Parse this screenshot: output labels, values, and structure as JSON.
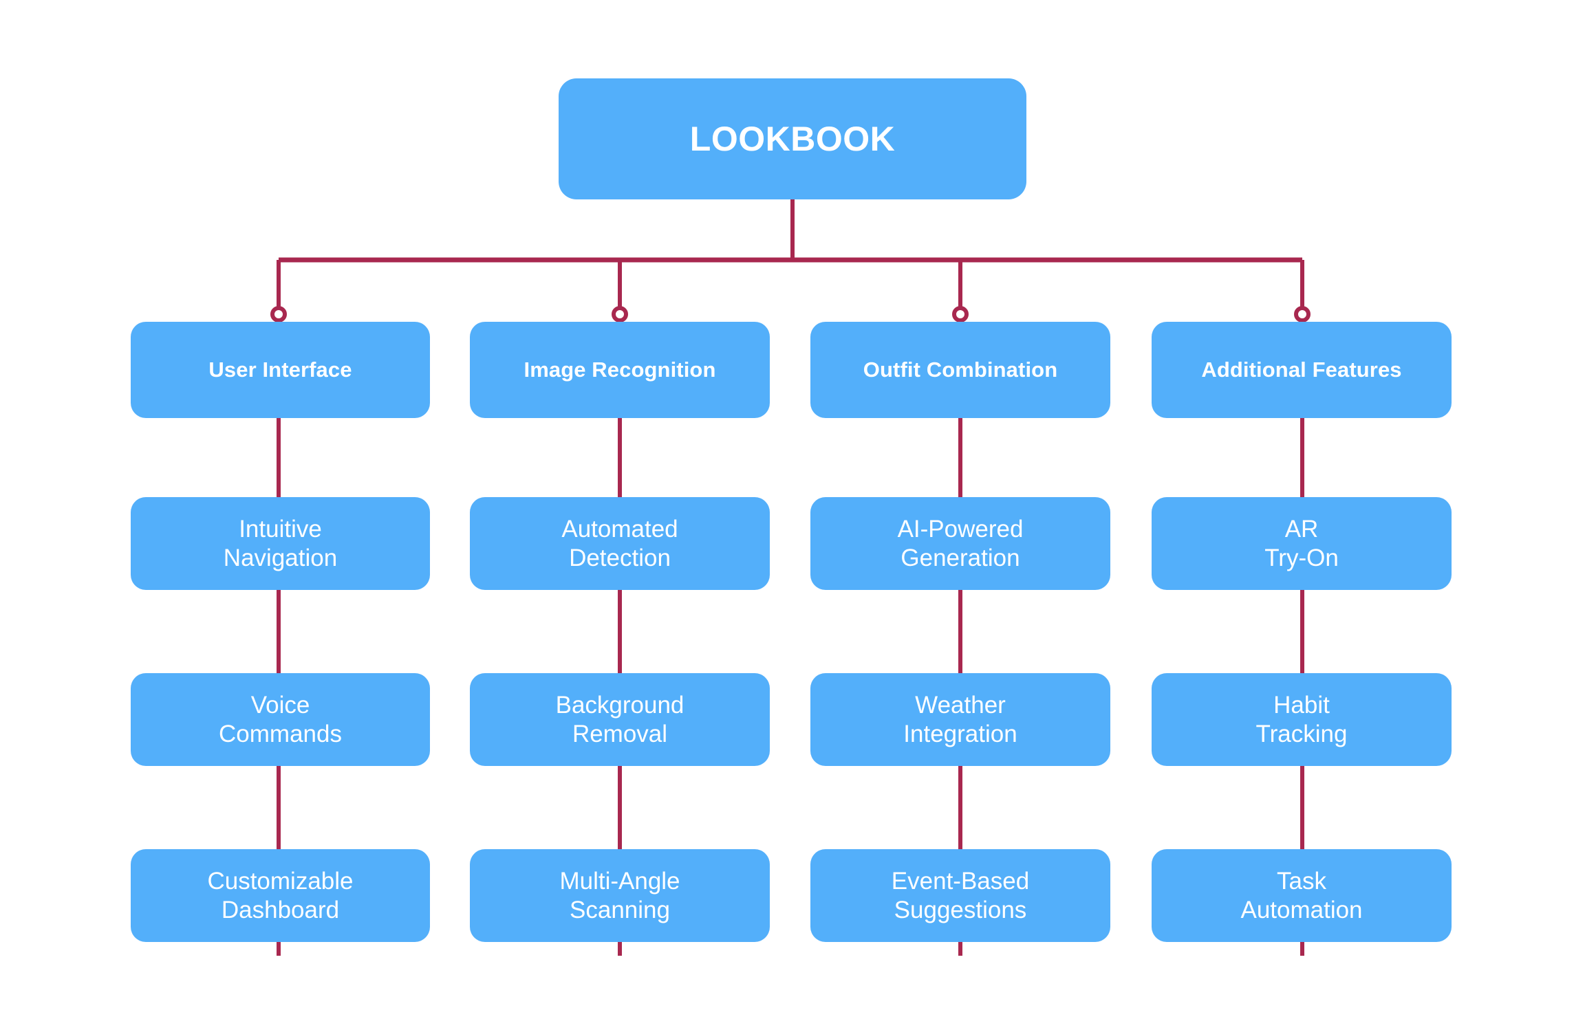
{
  "diagram": {
    "title": "LOOKBOOK",
    "type": "tree",
    "background_color": "#FFFFFF",
    "node_color": "#53AFFA",
    "node_text_color": "#FFFFFF",
    "connector_color": "#A8284F",
    "root": {
      "label": "LOOKBOOK"
    },
    "branches": [
      {
        "label": "User Interface",
        "children": [
          {
            "label": "Intuitive\nNavigation"
          },
          {
            "label": "Voice\nCommands"
          },
          {
            "label": "Customizable\nDashboard"
          }
        ]
      },
      {
        "label": "Image Recognition",
        "children": [
          {
            "label": "Automated\nDetection"
          },
          {
            "label": "Background\nRemoval"
          },
          {
            "label": "Multi-Angle\nScanning"
          }
        ]
      },
      {
        "label": "Outfit Combination",
        "children": [
          {
            "label": "AI-Powered\nGeneration"
          },
          {
            "label": "Weather\nIntegration"
          },
          {
            "label": "Event-Based\nSuggestions"
          }
        ]
      },
      {
        "label": "Additional Features",
        "children": [
          {
            "label": "AR\nTry-On"
          },
          {
            "label": "Habit\nTracking"
          },
          {
            "label": "Task\nAutomation"
          }
        ]
      }
    ]
  }
}
